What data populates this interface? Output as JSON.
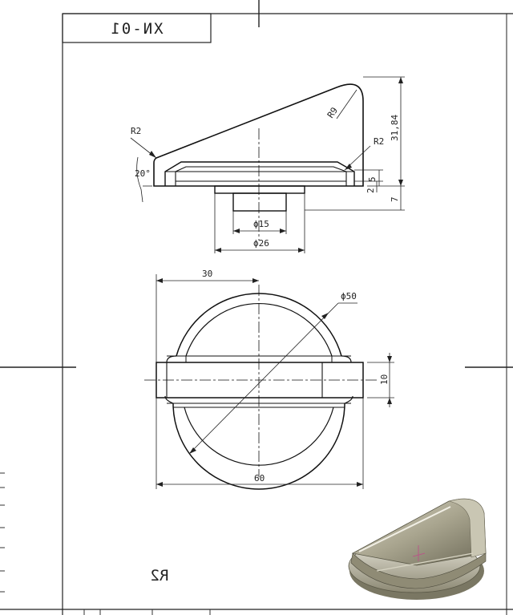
{
  "title_block": {
    "code": "XN-01",
    "mirrored": true
  },
  "front_view": {
    "dims": {
      "r2_left": "R2",
      "angle": "20°",
      "r9": "R9",
      "r2_right": "R2",
      "height_total": "31,84",
      "five": "5",
      "two": "2",
      "seven": "7",
      "phi15": "ϕ15",
      "phi26": "ϕ26"
    }
  },
  "top_view": {
    "dims": {
      "thirty": "30",
      "phi50": "ϕ50",
      "ten": "10",
      "sixty": "60"
    }
  },
  "note": {
    "text": "R2",
    "mirrored": true
  },
  "colors": {
    "line": "#111111",
    "frame": "#222222",
    "render_metal": "#a9a58f"
  }
}
